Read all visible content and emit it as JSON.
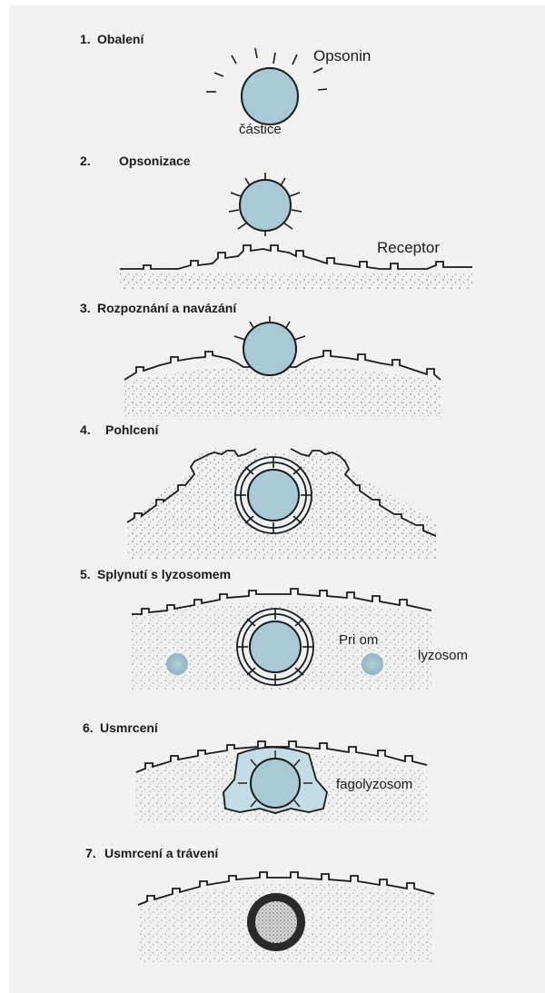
{
  "steps": [
    {
      "num": "1.",
      "title": "Obalení"
    },
    {
      "num": "2.",
      "title": "Opsonizace"
    },
    {
      "num": "3.",
      "title": "Rozpoznání a navázání"
    },
    {
      "num": "4.",
      "title": "Pohlcení"
    },
    {
      "num": "5.",
      "title": "Splynutí s lyzosomem"
    },
    {
      "num": "6.",
      "title": "Usmrcení"
    },
    {
      "num": "7.",
      "title": "Usmrcení a trávení"
    }
  ],
  "labels": {
    "opsonin": "Opsonin",
    "particle": "částice",
    "receptor": "Receptor",
    "phagosome_partial": "Pri   om",
    "lysosome": "lyzosom",
    "phagolysosome": "fagolyzosom"
  },
  "colors": {
    "particle": "#a9c9d7",
    "lysosome": "#b5d0dc",
    "stroke": "#1a1a1a",
    "paper": "#f1f1f1"
  }
}
